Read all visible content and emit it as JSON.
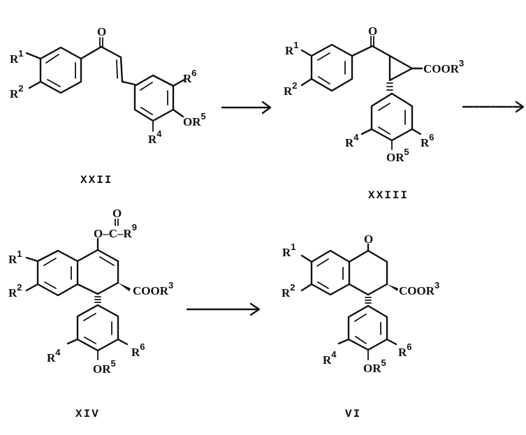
{
  "diagram": {
    "type": "reaction-scheme",
    "background": "#ffffff",
    "ink_color": "#111111",
    "compounds": [
      {
        "id": "XXII",
        "label": "XXII",
        "substituents": {
          "r1": {
            "base": "R",
            "sup": "1"
          },
          "r2": {
            "base": "R",
            "sup": "2"
          },
          "o_carbonyl": "O",
          "r6": {
            "base": "R",
            "sup": "6"
          },
          "or5": {
            "base": "OR",
            "sup": "5"
          },
          "r4": {
            "base": "R",
            "sup": "4"
          }
        }
      },
      {
        "id": "XXIII",
        "label": "XXIII",
        "substituents": {
          "r1": {
            "base": "R",
            "sup": "1"
          },
          "r2": {
            "base": "R",
            "sup": "2"
          },
          "o_carbonyl": "O",
          "coor3": {
            "base": "COOR",
            "sup": "3"
          },
          "r4": {
            "base": "R",
            "sup": "4"
          },
          "r6": {
            "base": "R",
            "sup": "6"
          },
          "or5": {
            "base": "OR",
            "sup": "5"
          }
        }
      },
      {
        "id": "XIV",
        "label": "XIV",
        "substituents": {
          "ester_o_top": "O",
          "ester_chain": "O–C–R",
          "r9_sup": "9",
          "r1": {
            "base": "R",
            "sup": "1"
          },
          "r2": {
            "base": "R",
            "sup": "2"
          },
          "coor3": {
            "base": "COOR",
            "sup": "3"
          },
          "r4": {
            "base": "R",
            "sup": "4"
          },
          "r6": {
            "base": "R",
            "sup": "6"
          },
          "or5": {
            "base": "OR",
            "sup": "5"
          }
        }
      },
      {
        "id": "VI",
        "label": "VI",
        "substituents": {
          "o_carbonyl": "O",
          "r1": {
            "base": "R",
            "sup": "1"
          },
          "r2": {
            "base": "R",
            "sup": "2"
          },
          "coor3": {
            "base": "COOR",
            "sup": "3"
          },
          "r4": {
            "base": "R",
            "sup": "4"
          },
          "r6": {
            "base": "R",
            "sup": "6"
          },
          "or5": {
            "base": "OR",
            "sup": "5"
          }
        }
      }
    ],
    "arrows": [
      {
        "from": "XXII",
        "to": "XXIII"
      },
      {
        "from": "XXIII",
        "to": "XIV",
        "note": "continues to next row"
      },
      {
        "from": "XIV",
        "to": "VI"
      }
    ]
  }
}
